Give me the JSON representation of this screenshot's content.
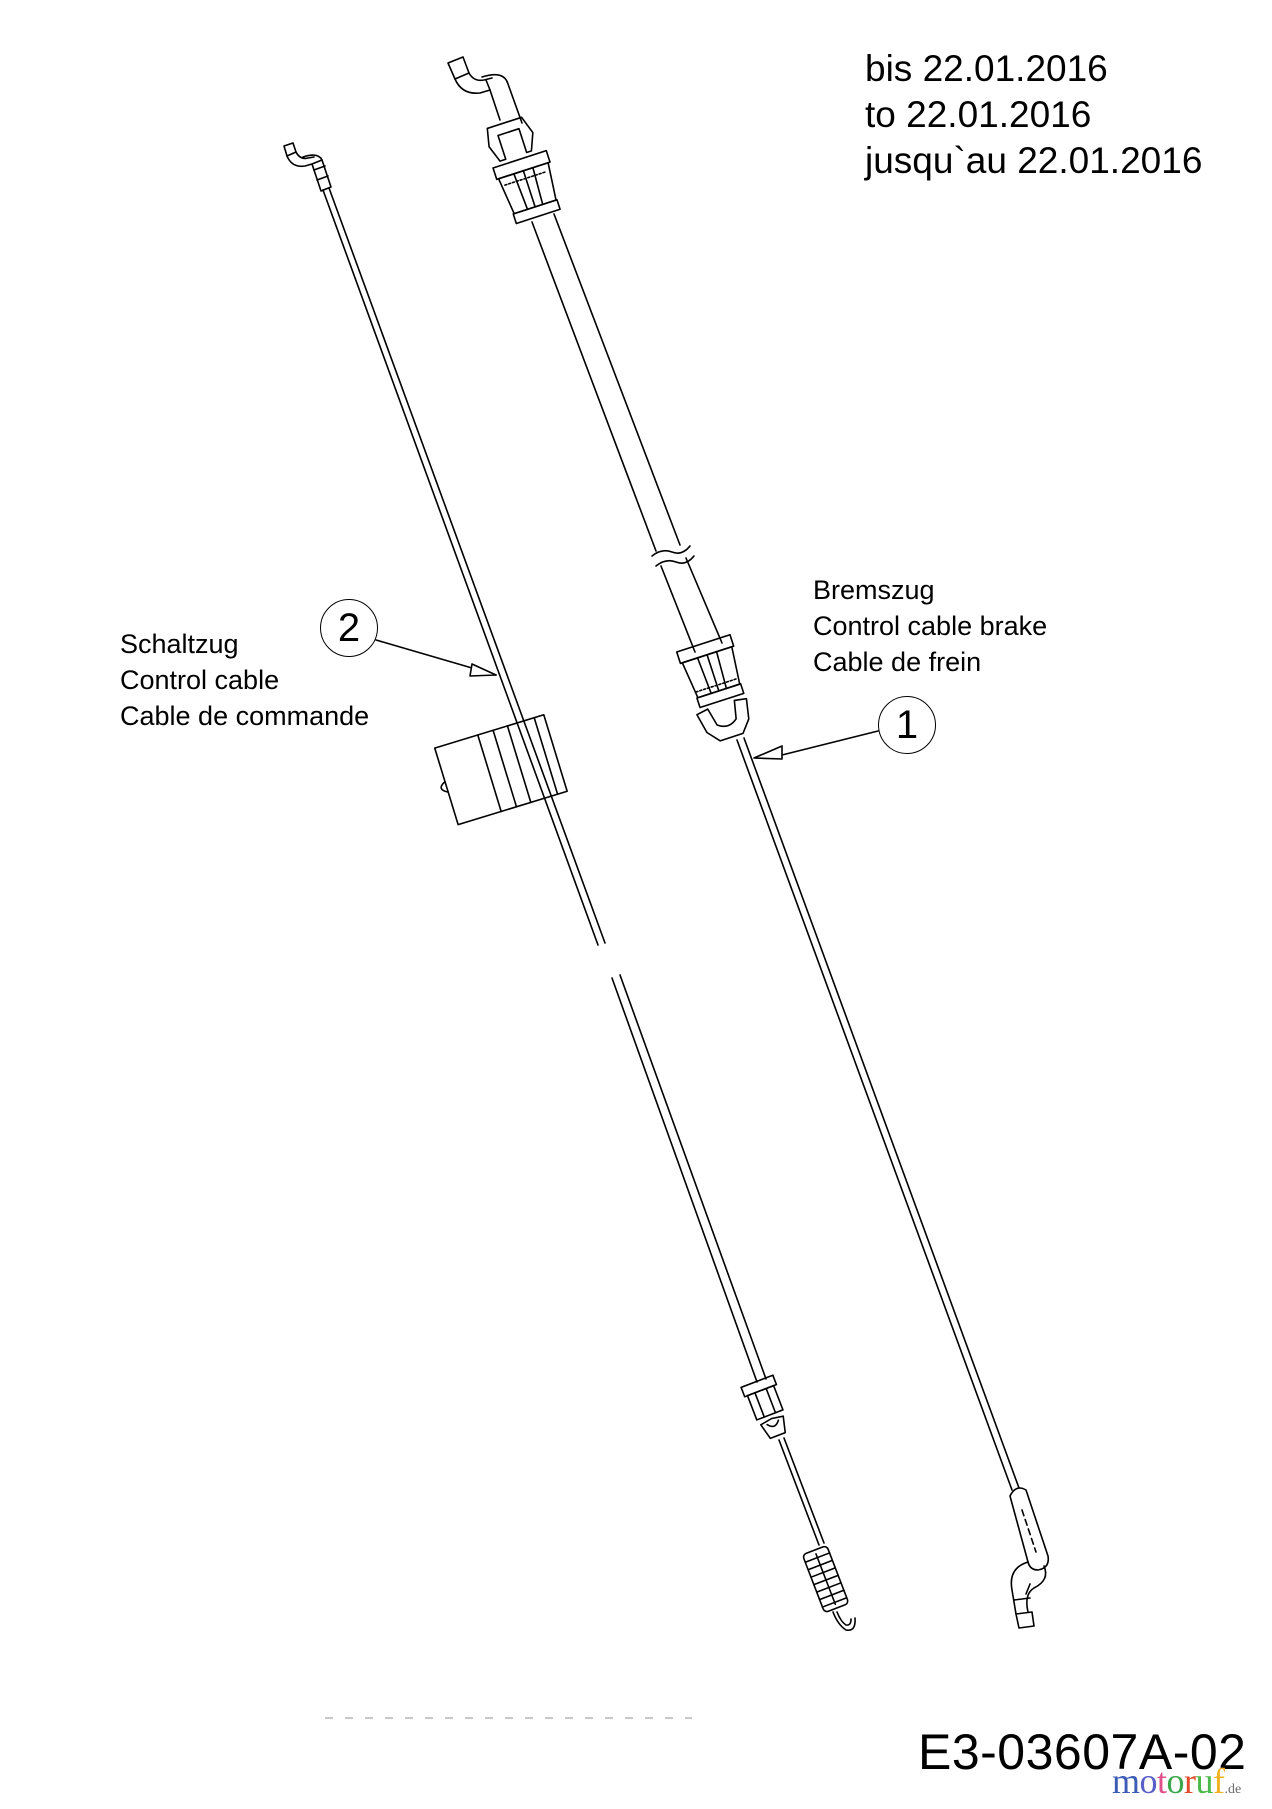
{
  "diagram": {
    "type": "parts-diagram",
    "subject": "Control cables (Schaltzug / Bremszug)",
    "validity_note": {
      "lines": [
        "bis 22.01.2016",
        "to 22.01.2016",
        "jusqu`au 22.01.2016"
      ]
    },
    "parts": [
      {
        "callout": "1",
        "labels": [
          "Bremszug",
          "Control cable brake",
          "Cable de frein"
        ]
      },
      {
        "callout": "2",
        "labels": [
          "Schaltzug",
          "Control cable",
          "Cable de commande"
        ]
      }
    ],
    "drawing_number": "E3-03607A-02",
    "watermark": {
      "letters": [
        {
          "char": "m",
          "color": "#3b5bb5"
        },
        {
          "char": "o",
          "color": "#5a5fc8"
        },
        {
          "char": "t",
          "color": "#e0508a"
        },
        {
          "char": "o",
          "color": "#3aa84a"
        },
        {
          "char": "r",
          "color": "#e04a2a"
        },
        {
          "char": "u",
          "color": "#4cb84a"
        },
        {
          "char": "f",
          "color": "#f0b020"
        }
      ],
      "tld": ".de"
    },
    "colors": {
      "line": "#000000",
      "background": "#ffffff",
      "dotted_line": "#c8c8c8"
    }
  }
}
